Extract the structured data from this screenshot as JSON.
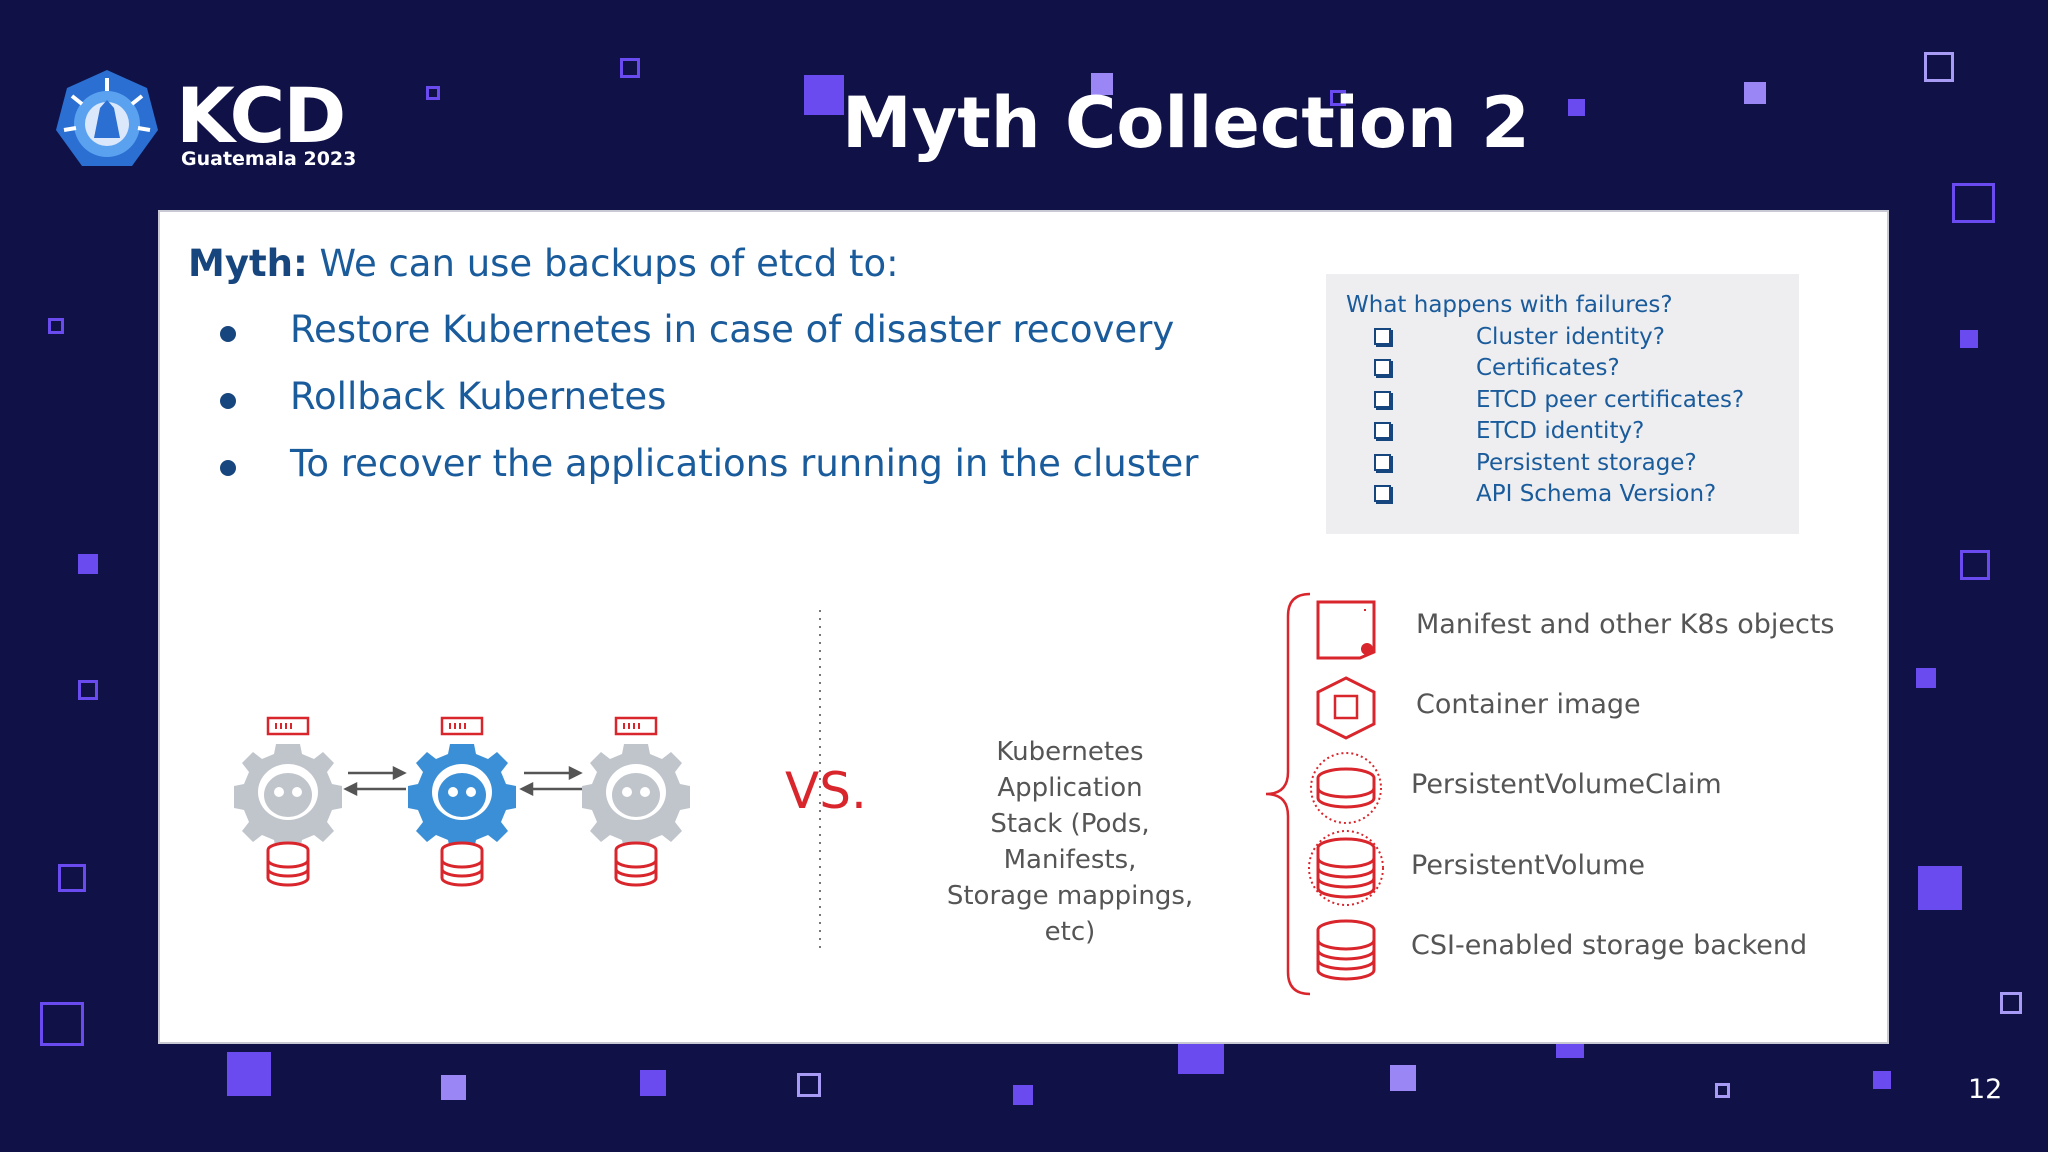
{
  "header": {
    "logo_text": "KCD",
    "logo_subtitle": "Guatemala 2023",
    "title": "Myth Collection 2"
  },
  "myth": {
    "label": "Myth:",
    "statement": " We can use backups of etcd to:",
    "bullets": [
      "Restore Kubernetes in case of disaster recovery",
      "Rollback Kubernetes",
      "To recover the applications running in the cluster"
    ]
  },
  "failures": {
    "title": "What happens with failures?",
    "items": [
      "Cluster identity?",
      "Certificates?",
      "ETCD peer certificates?",
      "ETCD identity?",
      "Persistent storage?",
      "API Schema Version?"
    ]
  },
  "diagram": {
    "vs_label": "VS.",
    "stack_lines": [
      "Kubernetes Application",
      "Stack (Pods, Manifests,",
      "Storage mappings, etc)"
    ],
    "resources": [
      {
        "label": "Manifest and other K8s objects",
        "icon": "manifest-icon"
      },
      {
        "label": "Container image",
        "icon": "container-image-icon"
      },
      {
        "label": "PersistentVolumeClaim",
        "icon": "pvc-icon"
      },
      {
        "label": "PersistentVolume",
        "icon": "pv-icon"
      },
      {
        "label": "CSI-enabled storage backend",
        "icon": "storage-backend-icon"
      }
    ],
    "etcd_nodes": [
      {
        "icon": "etcd-node-icon",
        "state": "inactive"
      },
      {
        "icon": "etcd-node-icon",
        "state": "active"
      },
      {
        "icon": "etcd-node-icon",
        "state": "inactive"
      }
    ]
  },
  "colors": {
    "background": "#0f1147",
    "accent_purple": "#6a4bf0",
    "text_blue": "#1a5b9c",
    "red": "#d9262c",
    "etcd_blue": "#3b8fd6",
    "etcd_gray": "#c0c5cc"
  },
  "page_number": "12"
}
